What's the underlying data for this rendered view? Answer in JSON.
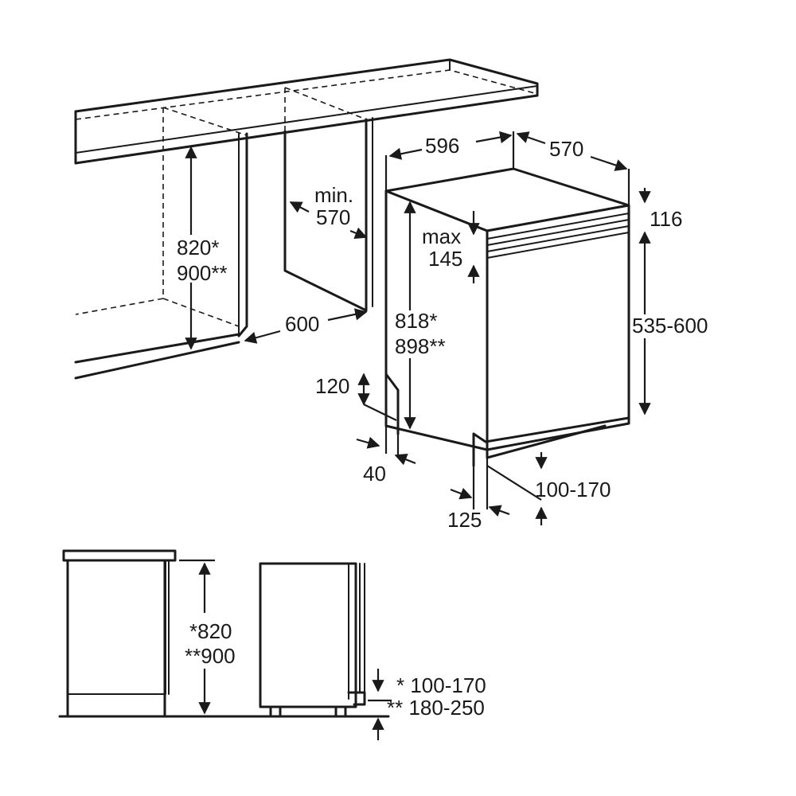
{
  "upper": {
    "w596": "596",
    "d570": "570",
    "h116": "116",
    "min": "min.",
    "min570": "570",
    "max": "max",
    "max145": "145",
    "n820a": "820*",
    "n900a": "900**",
    "n818": "818*",
    "n898": "898**",
    "n535": "535-600",
    "n600": "600",
    "n120": "120",
    "n40": "40",
    "n125": "125",
    "n100": "100-170"
  },
  "lower": {
    "h820": "*820",
    "h900": "**900",
    "p100": "* 100-170",
    "p180": "** 180-250"
  }
}
